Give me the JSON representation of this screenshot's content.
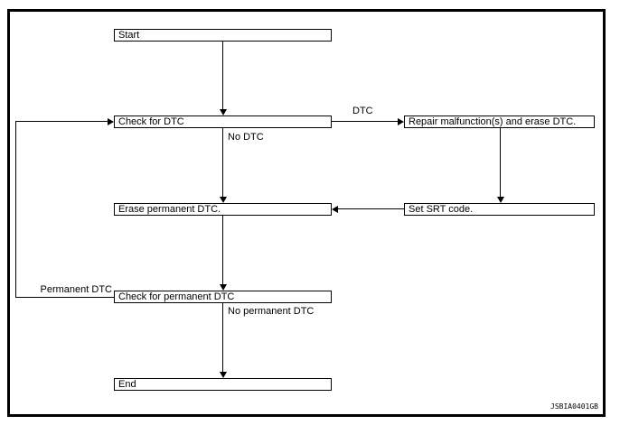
{
  "figure_code": "JSBIA0401GB",
  "colors": {
    "line": "#000000",
    "box_border": "#000000",
    "background": "#ffffff",
    "text": "#000000"
  },
  "diagram_type": "flowchart",
  "nodes": [
    {
      "id": "start",
      "label": "Start"
    },
    {
      "id": "check_dtc",
      "label": "Check for DTC"
    },
    {
      "id": "repair",
      "label": "Repair malfunction(s) and erase DTC."
    },
    {
      "id": "erase_permanent",
      "label": "Erase permanent DTC."
    },
    {
      "id": "set_srt",
      "label": "Set SRT code."
    },
    {
      "id": "check_permanent",
      "label": "Check for permanent DTC"
    },
    {
      "id": "end",
      "label": "End"
    }
  ],
  "edges": [
    {
      "from": "start",
      "to": "check_dtc",
      "label": ""
    },
    {
      "from": "check_dtc",
      "to": "repair",
      "label": "DTC"
    },
    {
      "from": "check_dtc",
      "to": "erase_permanent",
      "label": "No DTC"
    },
    {
      "from": "repair",
      "to": "set_srt",
      "label": ""
    },
    {
      "from": "set_srt",
      "to": "erase_permanent",
      "label": ""
    },
    {
      "from": "erase_permanent",
      "to": "check_permanent",
      "label": ""
    },
    {
      "from": "check_permanent",
      "to": "check_dtc",
      "label": "Permanent DTC"
    },
    {
      "from": "check_permanent",
      "to": "end",
      "label": "No permanent DTC"
    }
  ]
}
